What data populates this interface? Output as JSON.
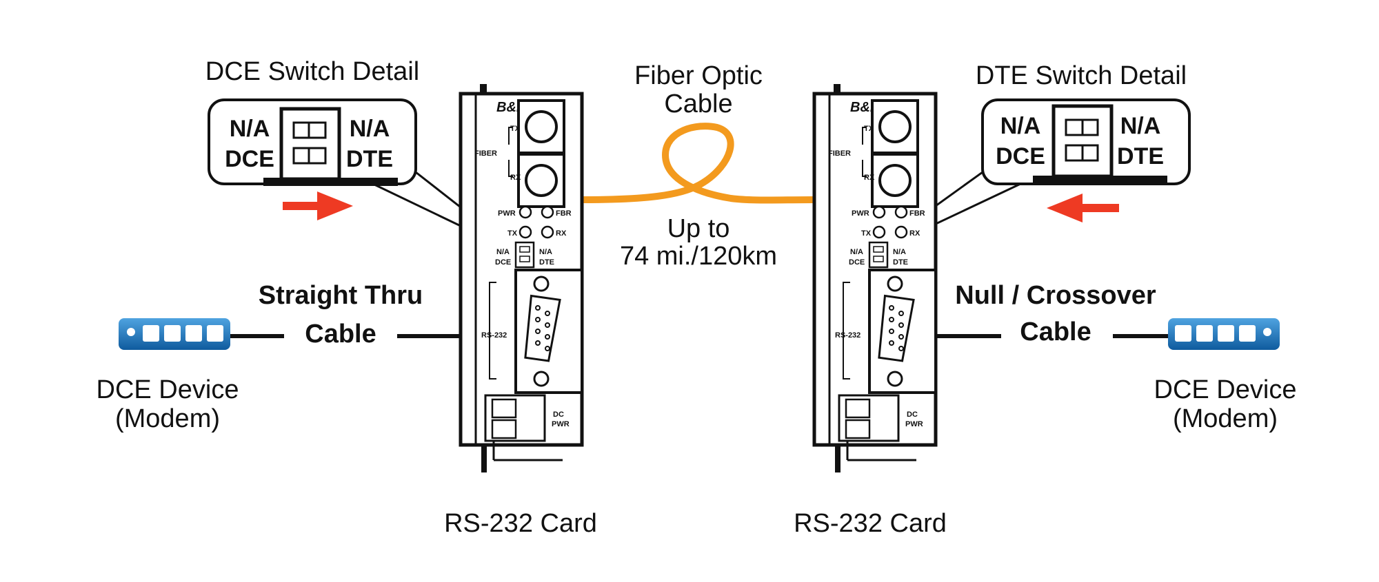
{
  "left": {
    "switch_detail_title": "DCE Switch Detail",
    "switch_left_top": "N/A",
    "switch_left_bottom": "DCE",
    "switch_right_top": "N/A",
    "switch_right_bottom": "DTE",
    "cable_line1": "Straight Thru",
    "cable_line2": "Cable",
    "device_line1": "DCE Device",
    "device_line2": "(Modem)",
    "card_label": "RS-232 Card",
    "arrow_direction": "right"
  },
  "right": {
    "switch_detail_title": "DTE Switch Detail",
    "switch_left_top": "N/A",
    "switch_left_bottom": "DCE",
    "switch_right_top": "N/A",
    "switch_right_bottom": "DTE",
    "cable_line1": "Null / Crossover",
    "cable_line2": "Cable",
    "device_line1": "DCE Device",
    "device_line2": "(Modem)",
    "card_label": "RS-232 Card",
    "arrow_direction": "left"
  },
  "fiber": {
    "title_line1": "Fiber Optic",
    "title_line2": "Cable",
    "distance_line1": "Up to",
    "distance_line2": "74 mi./120km"
  },
  "card": {
    "logo": "B&B",
    "tx": "TX",
    "fiber": "FIBER",
    "rx": "RX",
    "pwr": "PWR",
    "fbr": "FBR",
    "tx_led": "TX",
    "rx_led": "RX",
    "na_left": "N/A",
    "dce": "DCE",
    "na_right": "N/A",
    "dte": "DTE",
    "rs232": "RS-232",
    "dc": "DC",
    "dc_pwr": "PWR"
  },
  "colors": {
    "fiber": "#f39a1e",
    "arrow": "#ee3a23",
    "device_blue": "#1a6fb3",
    "logo_blue": "#2a5ea8"
  }
}
